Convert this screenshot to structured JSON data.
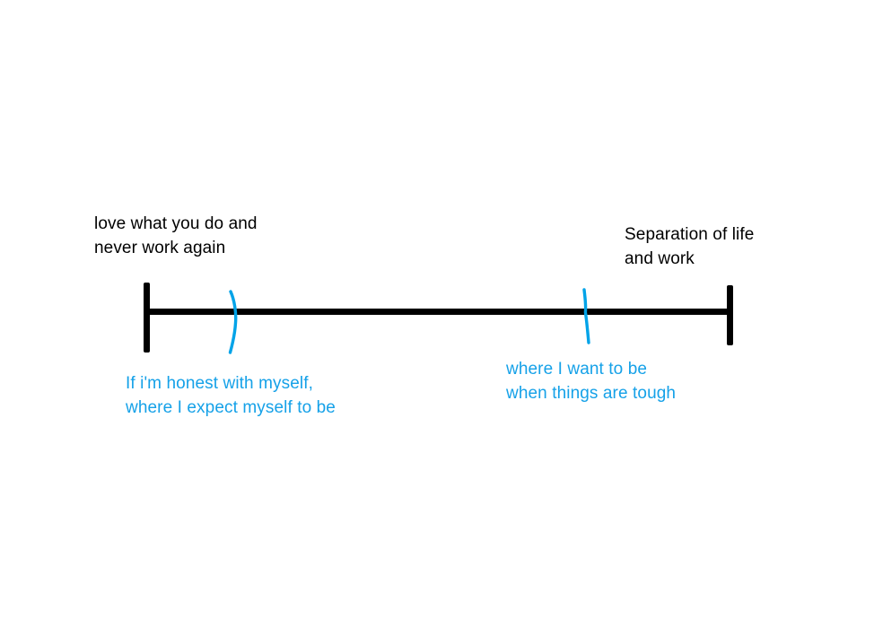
{
  "canvas": {
    "background_color": "#ffffff"
  },
  "colors": {
    "axis": "#000000",
    "annotation_text": "#15a1e8",
    "ink_stroke": "#00a3e8"
  },
  "diagram": {
    "type": "spectrum-line",
    "endpoints": {
      "left": {
        "label": "love what you do and\nnever work again"
      },
      "right": {
        "label": "Separation of life\nand work"
      }
    },
    "annotations": {
      "marks": [
        {
          "name": "honest-expectation",
          "label": "If i'm honest with myself,\nwhere I expect myself to be",
          "position_fraction": 0.14
        },
        {
          "name": "want-when-tough",
          "label": "where I want to be\nwhen things are tough",
          "position_fraction": 0.75
        }
      ]
    }
  }
}
